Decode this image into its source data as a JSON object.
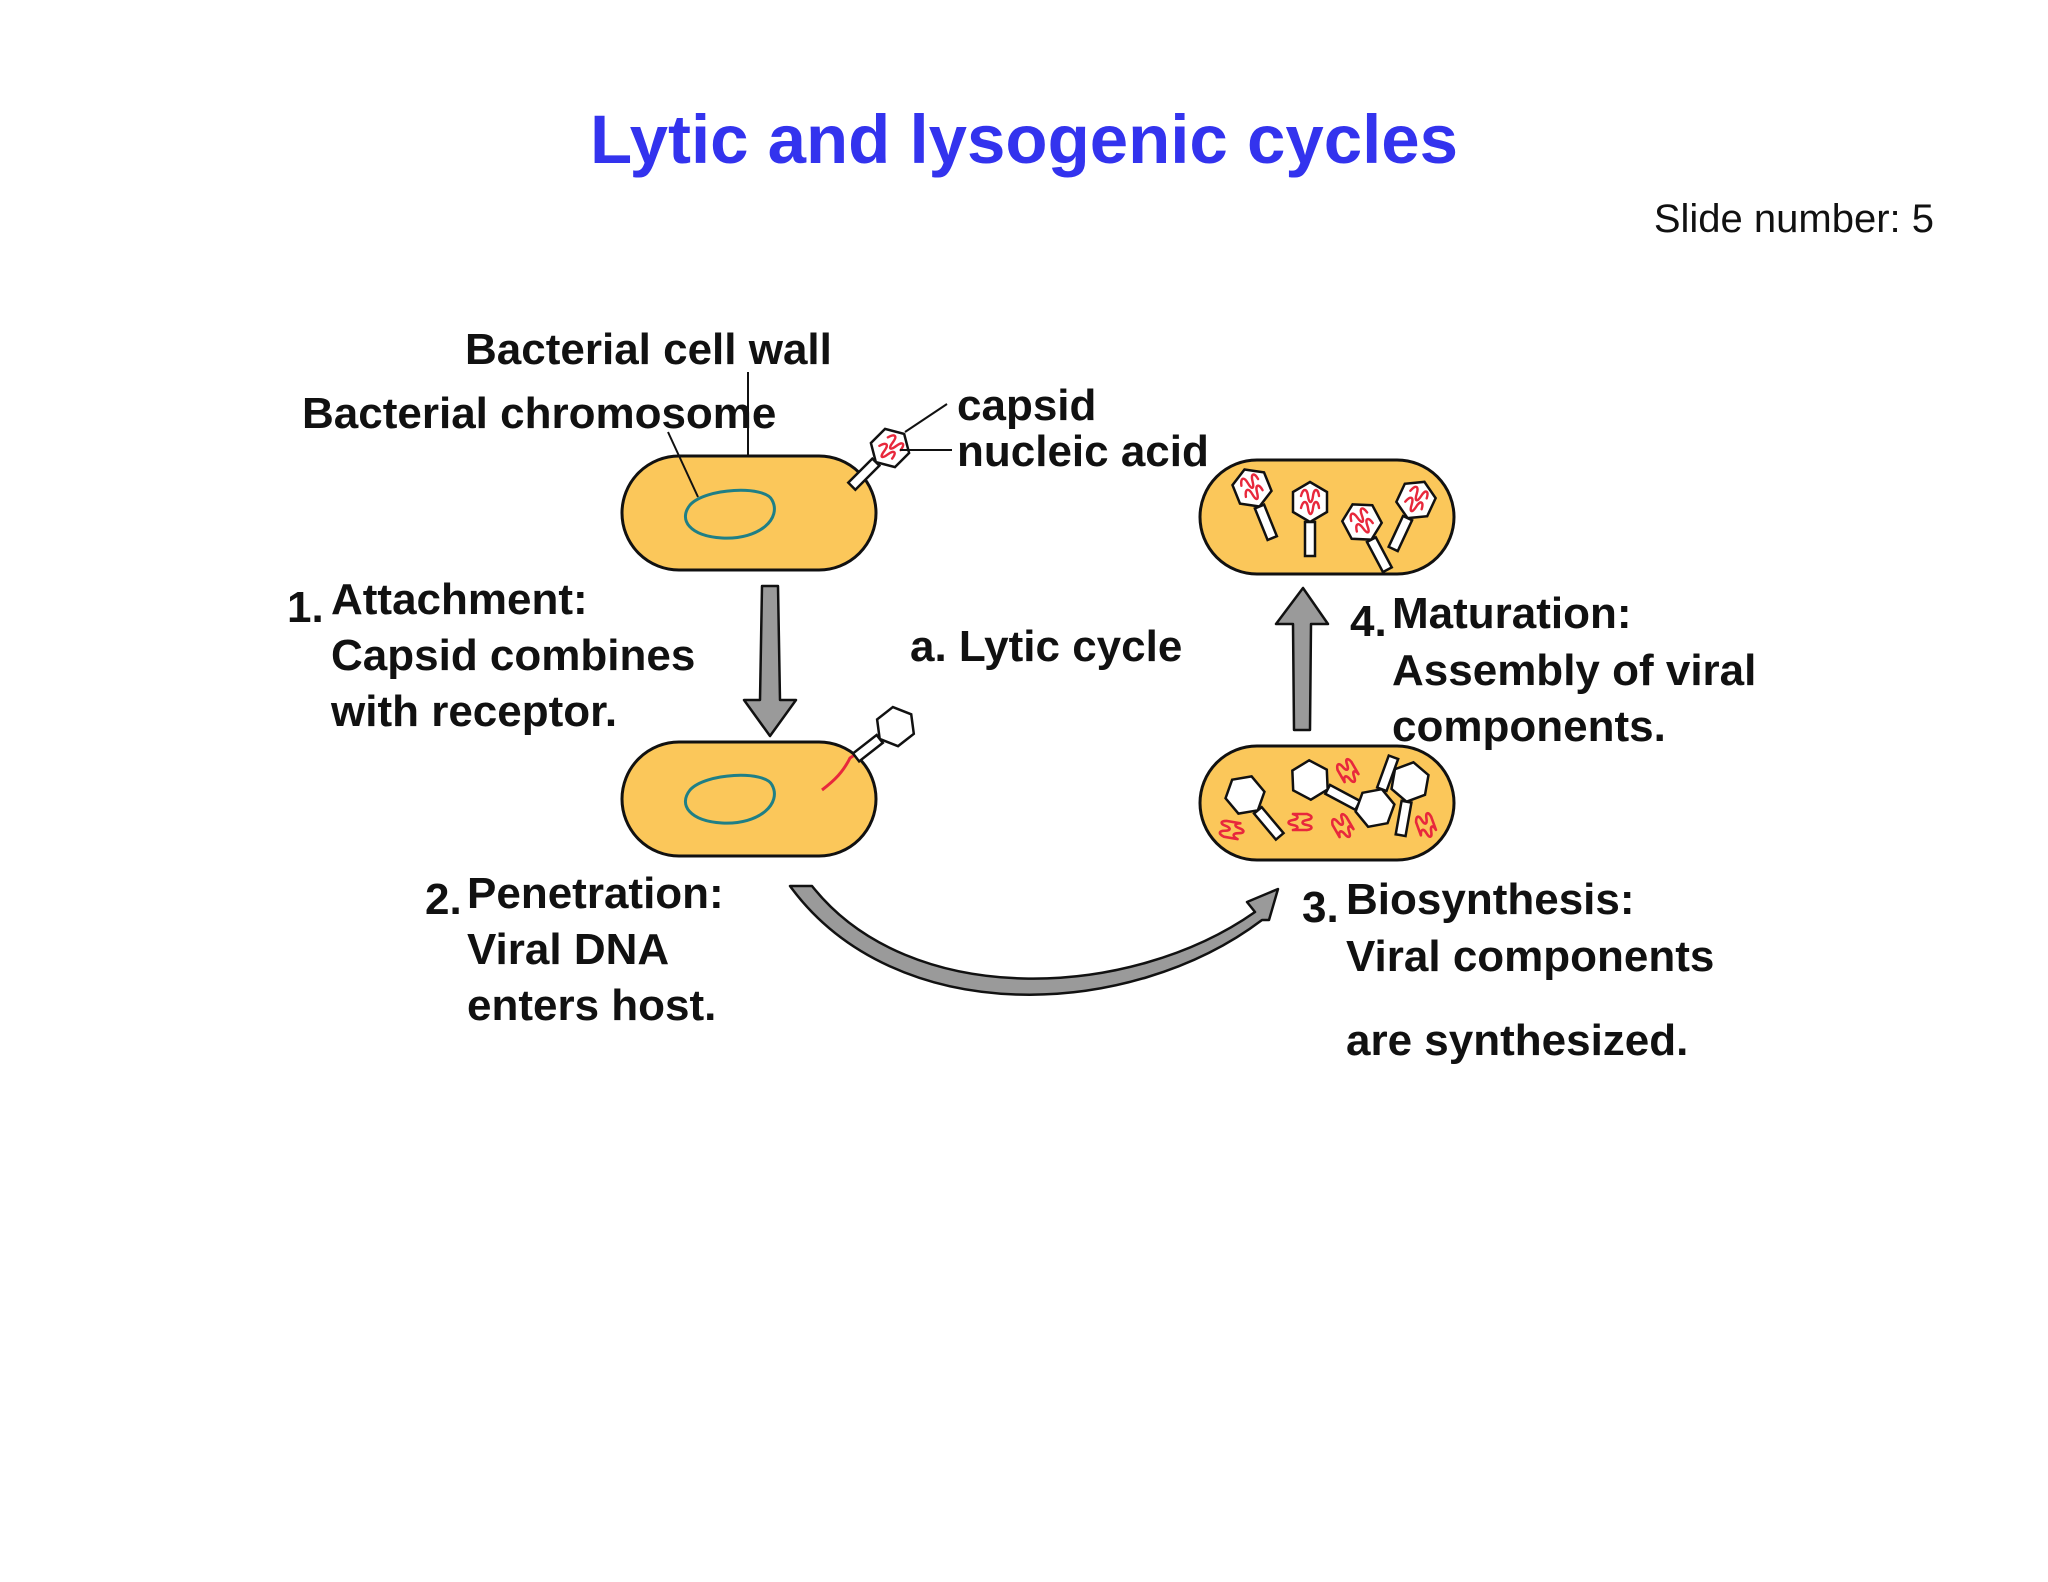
{
  "title": "Lytic and lysogenic cycles",
  "slide_number": "Slide number: 5",
  "labels": {
    "cell_wall": "Bacterial cell wall",
    "chromosome": "Bacterial chromosome",
    "capsid": "capsid",
    "nucleic_acid": "nucleic acid",
    "cycle": "a. Lytic cycle"
  },
  "steps": [
    {
      "num": "1.",
      "lines": [
        "Attachment:",
        "Capsid combines",
        "with receptor."
      ]
    },
    {
      "num": "2.",
      "lines": [
        "Penetration:",
        "Viral DNA",
        "enters host."
      ]
    },
    {
      "num": "3.",
      "lines": [
        "Biosynthesis:",
        "Viral components",
        "are synthesized."
      ]
    },
    {
      "num": "4.",
      "lines": [
        "Maturation:",
        "Assembly of viral",
        "components."
      ]
    }
  ],
  "colors": {
    "title": "#3333ee",
    "cell_fill": "#fbc75a",
    "chromosome": "#1f7f86",
    "viral_dna": "#e8283c",
    "arrow_fill": "#9a9a9a"
  }
}
